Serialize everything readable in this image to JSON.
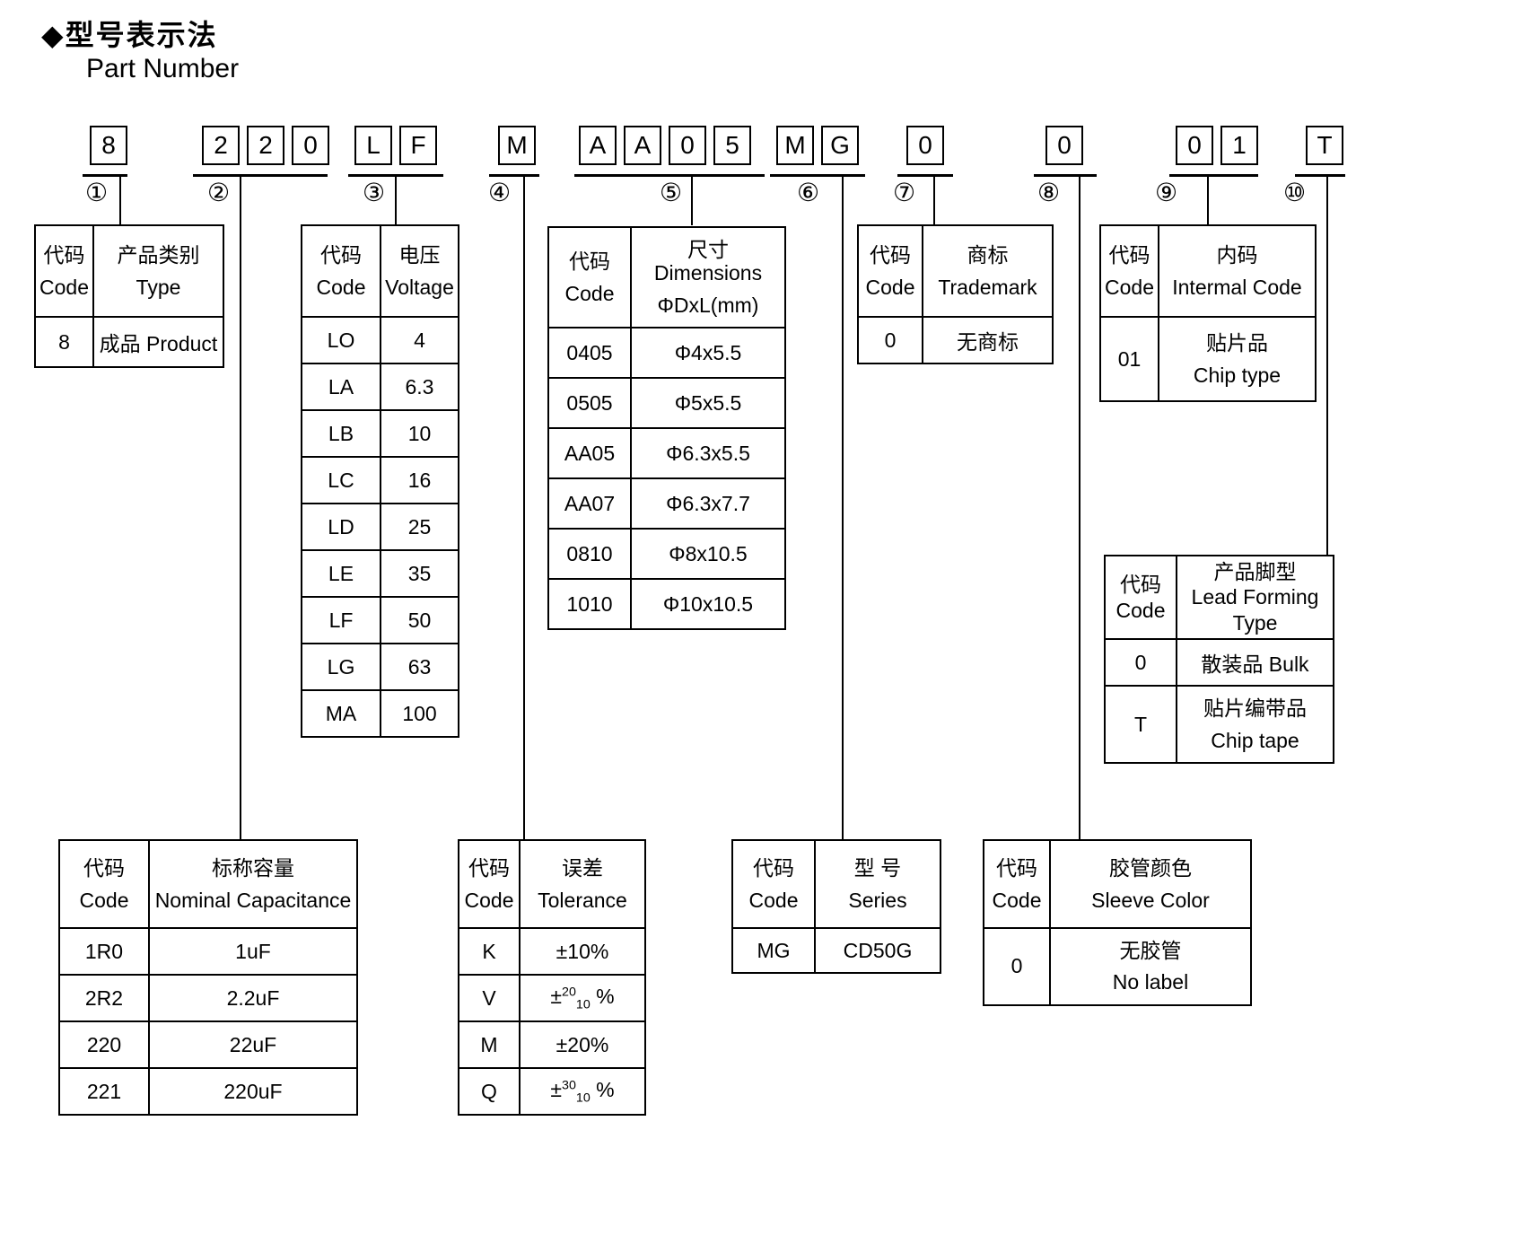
{
  "title": {
    "zh": "◆型号表示法",
    "en": "Part Number"
  },
  "part_code": {
    "groups": [
      {
        "num": "①",
        "chars": [
          "8"
        ]
      },
      {
        "num": "②",
        "chars": [
          "2",
          "2",
          "0"
        ]
      },
      {
        "num": "③",
        "chars": [
          "L",
          "F"
        ]
      },
      {
        "num": "④",
        "chars": [
          "M"
        ]
      },
      {
        "num": "⑤",
        "chars": [
          "A",
          "A",
          "0",
          "5"
        ]
      },
      {
        "num": "⑥",
        "chars": [
          "M",
          "G"
        ]
      },
      {
        "num": "⑦",
        "chars": [
          "0"
        ]
      },
      {
        "num": "⑧",
        "chars": [
          "0"
        ]
      },
      {
        "num": "⑨",
        "chars": [
          "0",
          "1"
        ]
      },
      {
        "num": "⑩",
        "chars": [
          "T"
        ]
      }
    ]
  },
  "tables": {
    "type": {
      "header": [
        [
          "代码",
          "Code"
        ],
        [
          "产品类别",
          "Type"
        ]
      ],
      "rows": [
        [
          "8",
          "成品 Product"
        ]
      ]
    },
    "voltage": {
      "header": [
        [
          "代码",
          "Code"
        ],
        [
          "电压",
          "Voltage"
        ]
      ],
      "rows": [
        [
          "LO",
          "4"
        ],
        [
          "LA",
          "6.3"
        ],
        [
          "LB",
          "10"
        ],
        [
          "LC",
          "16"
        ],
        [
          "LD",
          "25"
        ],
        [
          "LE",
          "35"
        ],
        [
          "LF",
          "50"
        ],
        [
          "LG",
          "63"
        ],
        [
          "MA",
          "100"
        ]
      ]
    },
    "dimensions": {
      "header": [
        [
          "代码",
          "Code"
        ],
        [
          "尺寸 Dimensions",
          "ΦDxL(mm)"
        ]
      ],
      "rows": [
        [
          "0405",
          "Φ4x5.5"
        ],
        [
          "0505",
          "Φ5x5.5"
        ],
        [
          "AA05",
          "Φ6.3x5.5"
        ],
        [
          "AA07",
          "Φ6.3x7.7"
        ],
        [
          "0810",
          "Φ8x10.5"
        ],
        [
          "1010",
          "Φ10x10.5"
        ]
      ]
    },
    "trademark": {
      "header": [
        [
          "代码",
          "Code"
        ],
        [
          "商标",
          "Trademark"
        ]
      ],
      "rows": [
        [
          "0",
          "无商标"
        ]
      ]
    },
    "internal_code": {
      "header": [
        [
          "代码",
          "Code"
        ],
        [
          "内码",
          "Intermal Code"
        ]
      ],
      "rows": [
        [
          "01",
          [
            "贴片品",
            "Chip type"
          ]
        ]
      ]
    },
    "lead_forming": {
      "header": [
        [
          "代码",
          "Code"
        ],
        [
          "产品脚型",
          "Lead Forming",
          "Type"
        ]
      ],
      "rows": [
        [
          "0",
          "散装品 Bulk"
        ],
        [
          "T",
          [
            "贴片编带品",
            "Chip tape"
          ]
        ]
      ]
    },
    "capacitance": {
      "header": [
        [
          "代码",
          "Code"
        ],
        [
          "标称容量",
          "Nominal Capacitance"
        ]
      ],
      "rows": [
        [
          "1R0",
          "1uF"
        ],
        [
          "2R2",
          "2.2uF"
        ],
        [
          "220",
          "22uF"
        ],
        [
          "221",
          "220uF"
        ]
      ]
    },
    "tolerance": {
      "header": [
        [
          "代码",
          "Code"
        ],
        [
          "误差",
          "Tolerance"
        ]
      ],
      "rows": [
        [
          "K",
          "±10%"
        ],
        [
          "V",
          {
            "pm": "±",
            "sup": "20",
            "sub": "10",
            "suffix": "%"
          }
        ],
        [
          "M",
          "±20%"
        ],
        [
          "Q",
          {
            "pm": "±",
            "sup": "30",
            "sub": "10",
            "suffix": "%"
          }
        ]
      ]
    },
    "series": {
      "header": [
        [
          "代码",
          "Code"
        ],
        [
          "型 号",
          "Series"
        ]
      ],
      "rows": [
        [
          "MG",
          "CD50G"
        ]
      ]
    },
    "sleeve_color": {
      "header": [
        [
          "代码",
          "Code"
        ],
        [
          "胶管颜色",
          "Sleeve Color"
        ]
      ],
      "rows": [
        [
          "0",
          [
            "无胶管",
            "No label"
          ]
        ]
      ]
    }
  }
}
